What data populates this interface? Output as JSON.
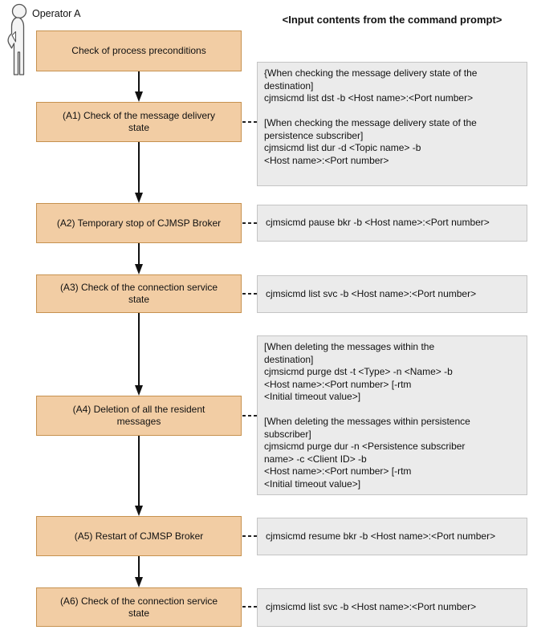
{
  "actor": {
    "label": "Operator A"
  },
  "header": {
    "right_column": "<Input contents from the command prompt>"
  },
  "flow": {
    "start_label": "Check of process preconditions",
    "steps": [
      {
        "id": "A1",
        "label": "(A1) Check of the message delivery\nstate",
        "command": "{When checking the message delivery state of the\ndestination]\ncjmsicmd list dst -b <Host name>:<Port number>\n\n[When checking the message delivery state of the\npersistence subscriber]\ncjmsicmd list dur -d <Topic name> -b\n<Host name>:<Port number>"
      },
      {
        "id": "A2",
        "label": "(A2) Temporary stop of CJMSP Broker",
        "command": "cjmsicmd pause bkr -b <Host name>:<Port number>"
      },
      {
        "id": "A3",
        "label": "(A3) Check of the connection service\nstate",
        "command": "cjmsicmd list svc -b <Host name>:<Port number>"
      },
      {
        "id": "A4",
        "label": "(A4) Deletion of all the resident\nmessages",
        "command": "[When deleting the messages within the\ndestination]\ncjmsicmd purge dst -t <Type> -n <Name> -b\n<Host name>:<Port number> [-rtm\n<Initial timeout value>]\n\n[When deleting the messages within persistence\nsubscriber]\ncjmsicmd purge dur -n <Persistence subscriber\nname> -c <Client ID> -b\n<Host name>:<Port number> [-rtm\n<Initial timeout value>]"
      },
      {
        "id": "A5",
        "label": "(A5) Restart of CJMSP Broker",
        "command": "cjmsicmd resume bkr -b <Host name>:<Port number>"
      },
      {
        "id": "A6",
        "label": "(A6) Check of the connection service\nstate",
        "command": "cjmsicmd list svc -b <Host name>:<Port number>"
      }
    ]
  },
  "icons": {
    "actor": "standing-person-icon",
    "flow_arrow": "down-arrow",
    "connector": "dashed-line"
  },
  "colors": {
    "step_fill": "#F2CDA4",
    "step_border": "#C6914F",
    "command_fill": "#EBEBEB",
    "command_border": "#C4C4C4",
    "arrow": "#111111",
    "text": "#111111",
    "background": "#FFFFFF"
  }
}
